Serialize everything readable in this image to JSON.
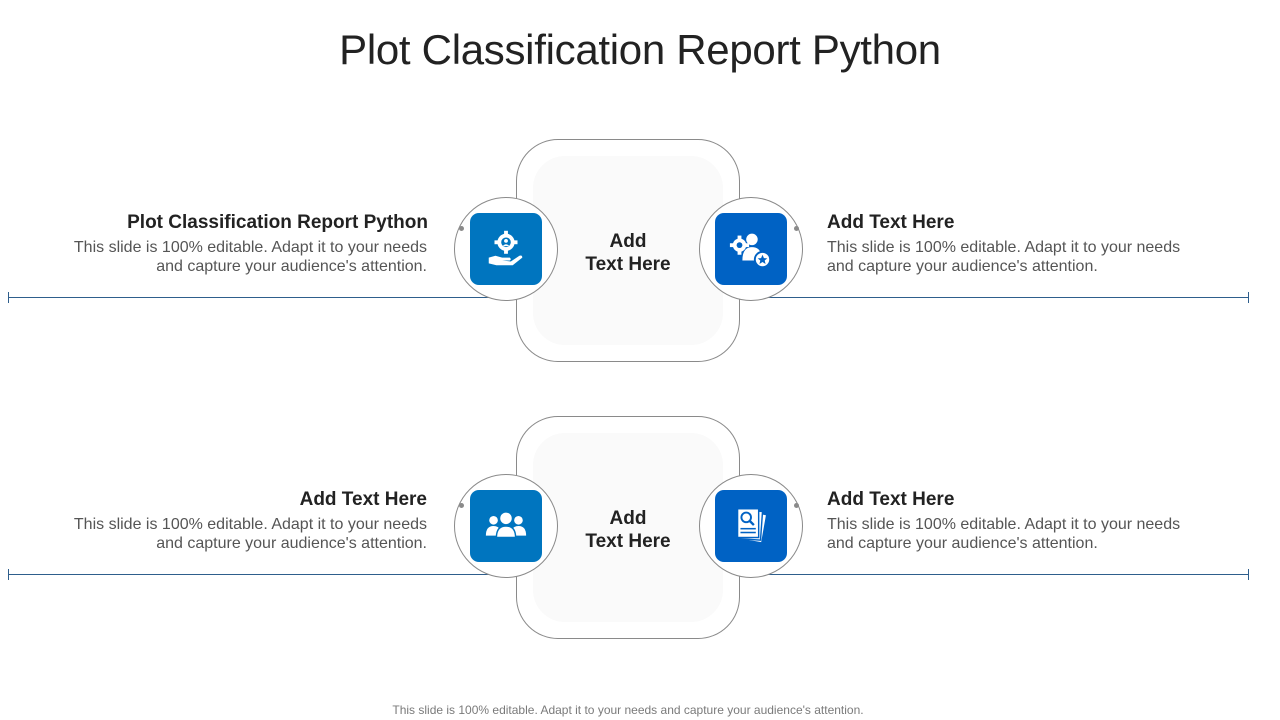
{
  "slide": {
    "title": "Plot Classification Report Python",
    "footer": "This slide is 100% editable. Adapt it to your needs and capture your audience's attention."
  },
  "center_cards": [
    {
      "line1": "Add",
      "line2": "Text Here"
    },
    {
      "line1": "Add",
      "line2": "Text Here"
    }
  ],
  "items": [
    {
      "heading": "Plot Classification Report Python",
      "desc_line1": "This slide is 100% editable. Adapt it to your needs",
      "desc_line2": "and capture your audience's attention.",
      "icon": "gear-hand-icon",
      "color": "#0075bf"
    },
    {
      "heading": "Add Text Here",
      "desc_line1": "This slide is 100% editable. Adapt it to your needs",
      "desc_line2": "and capture your audience's attention.",
      "icon": "user-gear-star-icon",
      "color": "#0062c4"
    },
    {
      "heading": "Add Text Here",
      "desc_line1": "This slide is 100% editable. Adapt it to your needs",
      "desc_line2": "and capture your audience's attention.",
      "icon": "team-icon",
      "color": "#0075bf"
    },
    {
      "heading": "Add Text Here",
      "desc_line1": "This slide is 100% editable. Adapt it to your needs",
      "desc_line2": "and capture your audience's attention.",
      "icon": "document-search-icon",
      "color": "#0062c4"
    }
  ],
  "colors": {
    "line": "#2e5e8c",
    "border": "#8a8a8a",
    "accent_light": "#0075bf",
    "accent_dark": "#0062c4"
  }
}
